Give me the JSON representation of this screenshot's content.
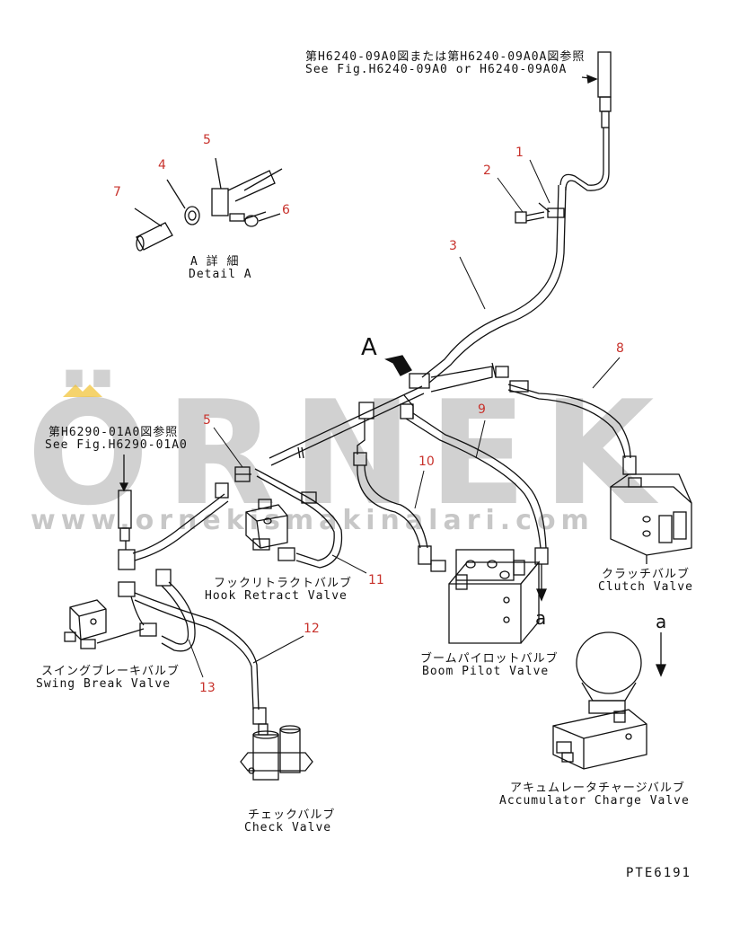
{
  "reference_top": {
    "jp": "第H6240-09A0図または第H6240-09A0A図参照",
    "en": "See Fig.H6240-09A0 or H6240-09A0A"
  },
  "reference_left": {
    "jp": "第H6290-01A0図参照",
    "en": "See Fig.H6290-01A0"
  },
  "detail": {
    "jp": "A 詳 細",
    "en": "Detail A",
    "view_letter": "A"
  },
  "flow_marker": "a",
  "part_numbers": [
    "1",
    "2",
    "3",
    "4",
    "5",
    "6",
    "7",
    "8",
    "9",
    "10",
    "11",
    "12",
    "13"
  ],
  "components": {
    "clutch_valve": {
      "jp": "クラッチバルブ",
      "en": "Clutch Valve"
    },
    "hook_retract_valve": {
      "jp": "フックリトラクトバルブ",
      "en": "Hook Retract Valve"
    },
    "boom_pilot_valve": {
      "jp": "ブームパイロットバルブ",
      "en": "Boom Pilot Valve"
    },
    "swing_brake_valve": {
      "jp": "スイングブレーキバルブ",
      "en": "Swing Break Valve"
    },
    "check_valve": {
      "jp": "チェックバルブ",
      "en": "Check Valve"
    },
    "accumulator_charge_valve": {
      "jp": "アキュムレータチャージバルブ",
      "en": "Accumulator Charge Valve"
    }
  },
  "watermark": {
    "brand": "ÖRNEK",
    "url": "www.ornekismakinalari.com"
  },
  "drawing_code": "PTE6191",
  "colors": {
    "line": "#111111",
    "callout": "#c8322c",
    "watermark": "#9a9a9a",
    "accent": "#f2c12e"
  }
}
